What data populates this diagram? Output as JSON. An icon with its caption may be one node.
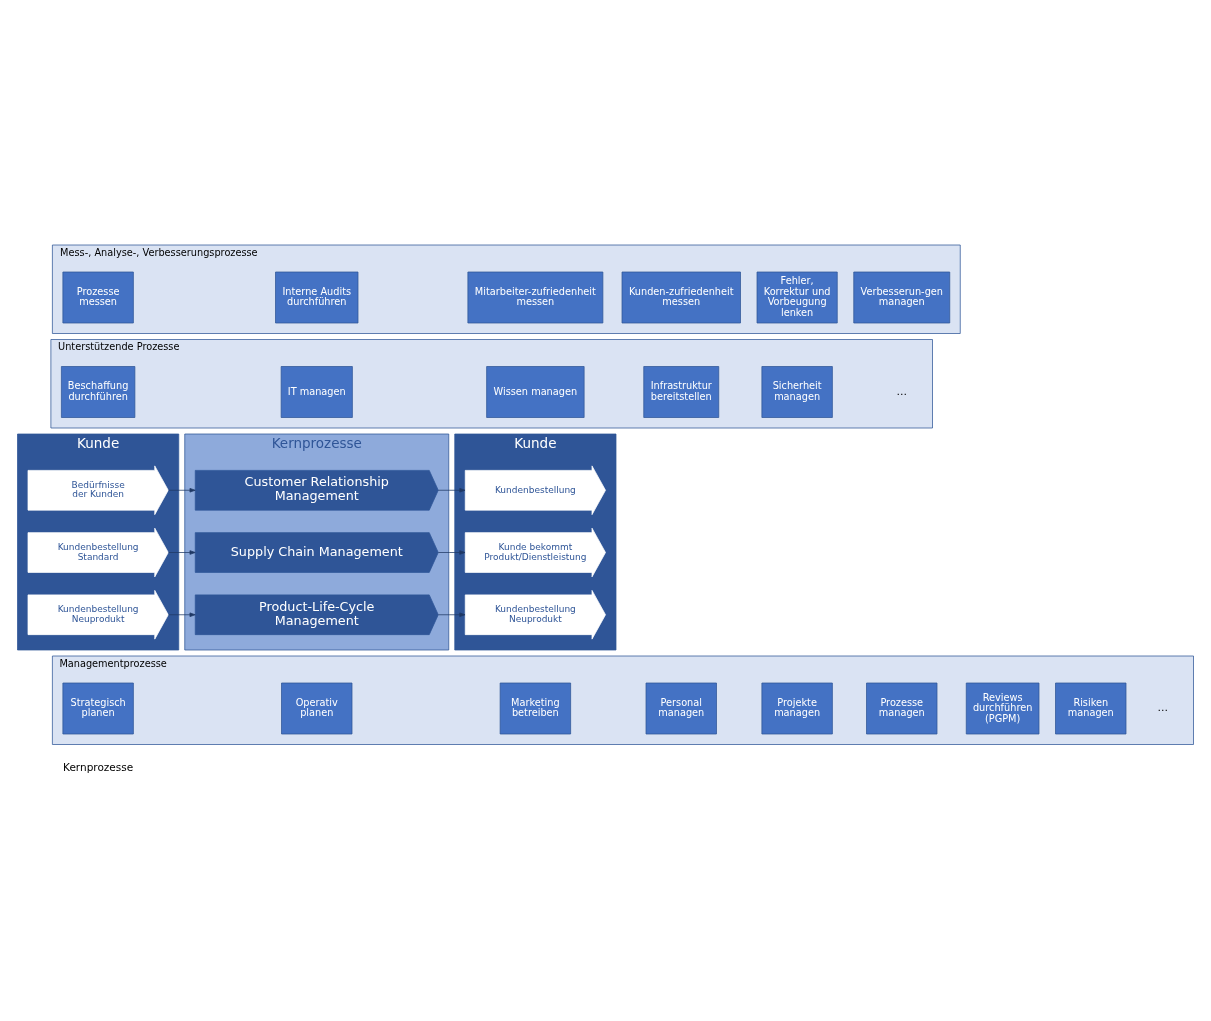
{
  "diagram": {
    "nodes": [
      {
        "text": [
          "Managementprozesse"
        ]
      },
      {
        "text": [
          "Strategisch planen"
        ],
        "in": 0
      },
      {
        "text": [
          "Operativ planen"
        ],
        "in": 0
      },
      {
        "text": [
          "Marketing betreiben"
        ],
        "in": 0
      },
      {
        "text": [
          "Personal managen"
        ],
        "in": 0
      },
      {
        "text": [
          "Projekte managen"
        ],
        "in": 0
      },
      {
        "text": [
          "Prozesse managen"
        ],
        "in": 0
      },
      {
        "text": [
          "Reviews durchführen (PGPM)"
        ],
        "in": 0
      },
      {
        "text": [
          "Risiken managen"
        ],
        "in": 0
      },
      {
        "text": [
          "Kunde"
        ]
      },
      {
        "text": [
          "Bedürfnisse der Kunden"
        ],
        "in": 9
      },
      {
        "text": [
          "Kundenbestellung Standard"
        ],
        "in": 9
      },
      {
        "text": [
          "Kundenbestellung Neuprodukt"
        ],
        "in": 9
      },
      {
        "text": [
          "Kernprozesse"
        ]
      },
      {
        "text": [
          "Customer Relationship Management"
        ],
        "in": 13
      },
      {
        "text": [
          "Supply Chain Management"
        ],
        "in": 13
      },
      {
        "text": [
          "Product-Life-Cycle Management"
        ],
        "in": 13
      },
      {
        "text": [
          "Kunde"
        ]
      },
      {
        "text": [
          "Kundenbestellung"
        ],
        "in": 17
      },
      {
        "text": [
          "Kunde bekommt Produkt/Dienstleistung"
        ],
        "in": 17
      },
      {
        "text": [
          "Kundenbestellung Neuprodukt"
        ],
        "in": 17
      },
      {
        "text": [
          "Unterstützende Prozesse"
        ]
      },
      {
        "text": [
          "Beschaffung durchführen"
        ],
        "in": 21
      },
      {
        "text": [
          "IT managen"
        ],
        "in": 21
      },
      {
        "text": [
          "Wissen managen"
        ],
        "in": 21
      },
      {
        "text": [
          "Infrastruktur bereitstellen"
        ],
        "in": 21
      },
      {
        "text": [
          "Sicherheit managen"
        ],
        "in": 21
      },
      {
        "text": [
          "Mess-, Analyse-, Verbesserungsprozesse"
        ]
      },
      {
        "text": [
          "Prozesse messen"
        ],
        "in": 27
      },
      {
        "text": [
          "Interne Audits durchführen"
        ],
        "in": 27
      },
      {
        "text": [
          "Mitarbeiter-zufriedenheit messen"
        ],
        "in": 27
      },
      {
        "text": [
          "Kunden-zufriedenheit messen"
        ],
        "in": 27
      },
      {
        "text": [
          "Fehler, Korrektur und Vorbeugung lenken"
        ],
        "in": 27
      },
      {
        "text": [
          "Verbesserun-gen managen"
        ],
        "in": 27
      }
    ],
    "edges": [
      {
        "from": 10,
        "to": 14,
        "arrow": "to"
      },
      {
        "from": 11,
        "to": 15,
        "arrow": "to"
      },
      {
        "from": 12,
        "to": 16,
        "arrow": "to"
      },
      {
        "from": 14,
        "to": 18,
        "arrow": "to"
      },
      {
        "from": 15,
        "to": 19,
        "arrow": "to"
      },
      {
        "from": 16,
        "to": 20,
        "arrow": "to"
      }
    ],
    "labels": [
      "…",
      "Kernprozesse",
      "…"
    ]
  }
}
